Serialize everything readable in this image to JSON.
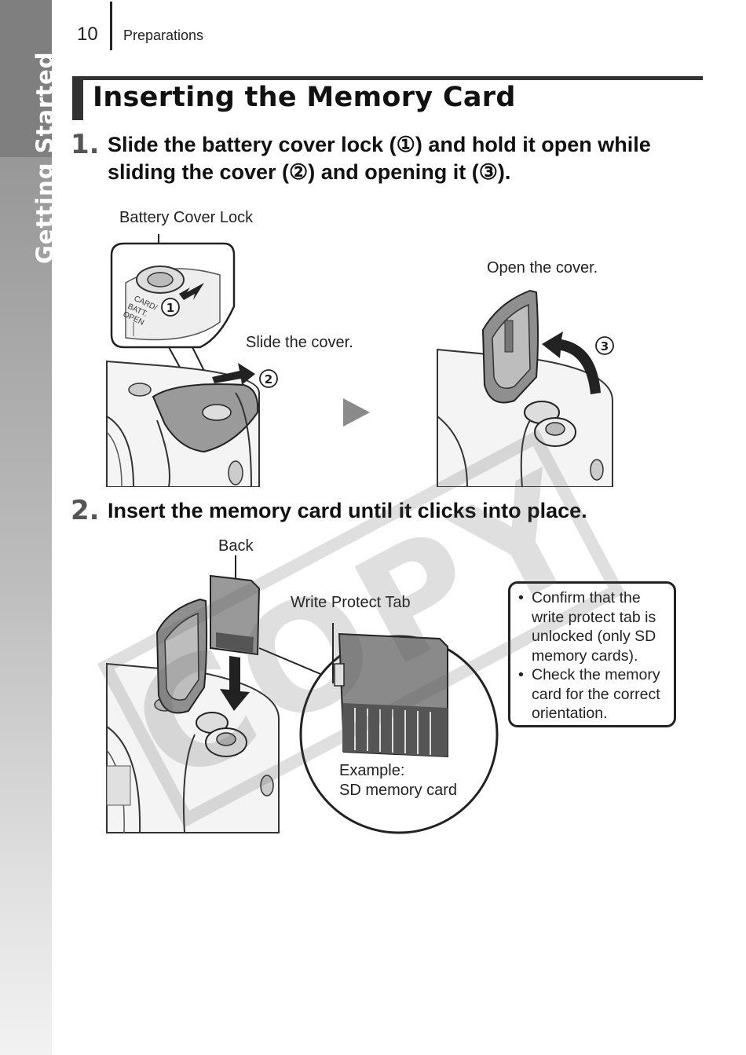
{
  "side_tab": {
    "label": "Getting Started"
  },
  "header": {
    "page_number": "10",
    "section": "Preparations"
  },
  "title": "Inserting the Memory Card",
  "step1": {
    "number": "1.",
    "line1": "Slide the battery cover lock (①) and hold it open while",
    "line2": "sliding the cover (②) and opening it (③).",
    "captions": {
      "lock": "Battery Cover Lock",
      "slide": "Slide the cover.",
      "open": "Open the cover."
    },
    "markers": [
      "①",
      "②",
      "③"
    ],
    "camera_print": [
      "CARD/",
      "BATT.",
      "OPEN"
    ]
  },
  "step2": {
    "number": "2.",
    "text": "Insert the memory card until it clicks into place.",
    "captions": {
      "back": "Back",
      "tab": "Write Protect Tab",
      "example_line1": "Example:",
      "example_line2": "SD memory card"
    },
    "notes": [
      "Confirm that the write protect tab is unlocked (only SD memory cards).",
      "Check the memory card for the correct orientation."
    ]
  },
  "watermark": "COPY"
}
